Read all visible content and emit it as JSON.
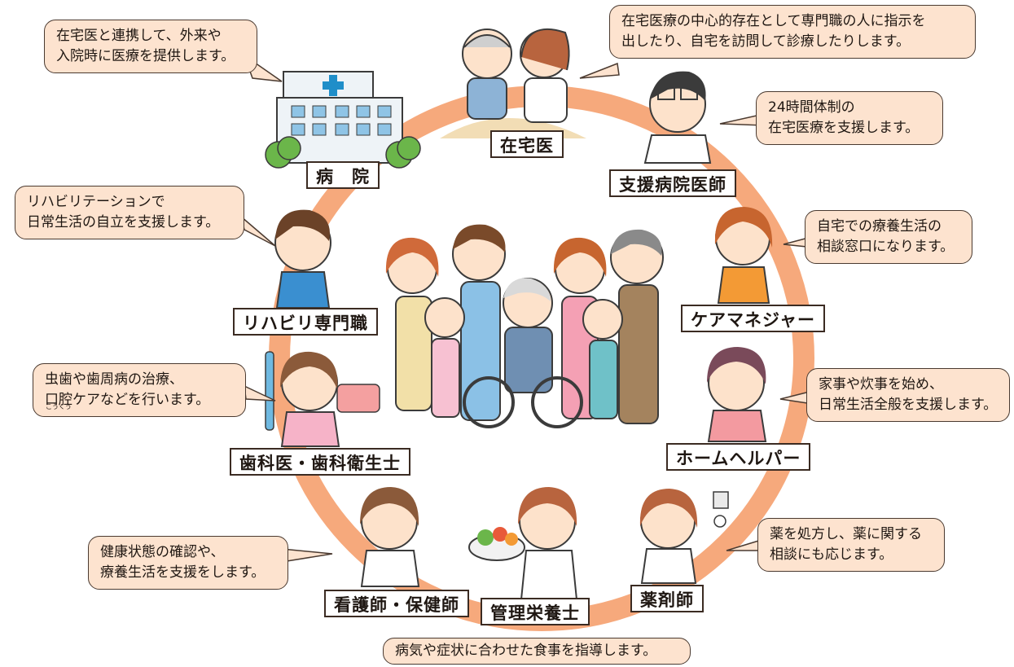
{
  "colors": {
    "ring": "#f6a97c",
    "bubble_fill": "#fde3cf",
    "bubble_border": "#4a3a30",
    "label_border": "#3b2b22"
  },
  "roles": {
    "hospital": {
      "label": "病　院",
      "desc": [
        "在宅医と連携して、外来や",
        "入院時に医療を提供します。"
      ]
    },
    "home_doctor": {
      "label": "在宅医",
      "desc": [
        "在宅医療の中心的存在として専門職の人に指示を",
        "出したり、自宅を訪問して診療したりします。"
      ]
    },
    "support_hospital_doctor": {
      "label": "支援病院医師",
      "desc": [
        "24時間体制の",
        "在宅医療を支援します。"
      ]
    },
    "rehab": {
      "label": "リハビリ専門職",
      "desc": [
        "リハビリテーションで",
        "日常生活の自立を支援します。"
      ]
    },
    "care_manager": {
      "label": "ケアマネジャー",
      "desc": [
        "自宅での療養生活の",
        "相談窓口になります。"
      ]
    },
    "dental": {
      "label": "歯科医・歯科衛生士",
      "desc": [
        "虫歯や歯周病の治療、",
        "口腔ケアなどを行います。"
      ],
      "ruby": "こうくう"
    },
    "home_helper": {
      "label": "ホームヘルパー",
      "desc": [
        "家事や炊事を始め、",
        "日常生活全般を支援します。"
      ]
    },
    "nurse": {
      "label": "看護師・保健師",
      "desc": [
        "健康状態の確認や、",
        "療養生活を支援をします。"
      ]
    },
    "dietitian": {
      "label": "管理栄養士",
      "desc": [
        "病気や症状に合わせた食事を指導します。"
      ]
    },
    "pharmacist": {
      "label": "薬剤師",
      "desc": [
        "薬を処方し、薬に関する",
        "相談にも応じます。"
      ]
    }
  }
}
